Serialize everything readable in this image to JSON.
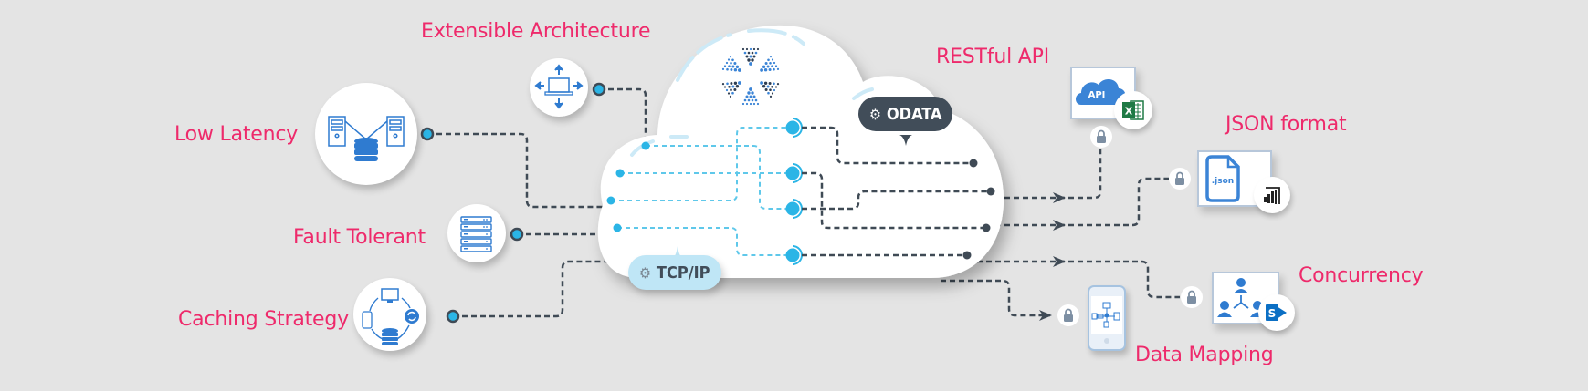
{
  "diagram": {
    "colors": {
      "background": "#e4e4e4",
      "label": "#ee2a6b",
      "connector_dark": "#3f4a55",
      "connector_light": "#5fc8ea",
      "node_dot": "#2bb5e6",
      "icon_blue": "#2f7bd0",
      "odata_pill": "#414d59",
      "tcpip_pill": "#bfe6f6"
    },
    "center": {
      "logo": "star-dot-logo",
      "odata_label": "ODATA",
      "tcpip_label": "TCP/IP"
    },
    "left_features": [
      {
        "label": "Extensible Architecture",
        "icon": "laptop-expand-icon"
      },
      {
        "label": "Low Latency",
        "icon": "servers-database-icon"
      },
      {
        "label": "Fault Tolerant",
        "icon": "server-rack-icon"
      },
      {
        "label": "Caching Strategy",
        "icon": "cache-cycle-icon"
      }
    ],
    "right_features": [
      {
        "label": "RESTful API",
        "icon": "api-cloud-icon",
        "badge": "excel-icon",
        "card_text": "API"
      },
      {
        "label": "JSON format",
        "icon": "json-file-icon",
        "badge": "power-bi-icon",
        "card_text": ".json"
      },
      {
        "label": "Concurrency",
        "icon": "org-users-icon",
        "badge": "sharepoint-icon"
      },
      {
        "label": "Data Mapping",
        "icon": "mobile-network-icon"
      }
    ]
  }
}
